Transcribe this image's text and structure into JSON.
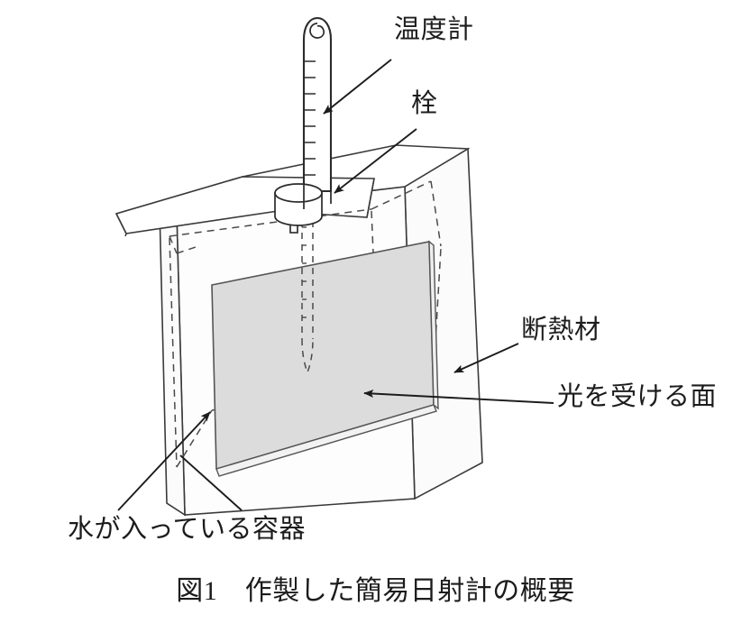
{
  "figure": {
    "caption": "図1　作製した簡易日射計の概要",
    "caption_number": "図1",
    "caption_text": "作製した簡易日射計の概要"
  },
  "labels": {
    "thermometer": "温度計",
    "stopper": "栓",
    "insulation": "断熱材",
    "light_receiving_surface": "光を受ける面",
    "water_container": "水が入っている容器"
  },
  "colors": {
    "background": "#ffffff",
    "line": "#3a3a3a",
    "line_dark": "#1c1c1c",
    "panel_fill": "#dcdcdc",
    "panel_fill_edge": "#c9c9c9",
    "box_face_light": "#ffffff",
    "box_face_shade": "#fbfbfb",
    "text": "#1c1c1c"
  },
  "diagram": {
    "type": "isometric-cutaway",
    "subject": "簡易日射計",
    "components": [
      "温度計",
      "栓",
      "断熱材",
      "光を受ける面",
      "水が入っている容器"
    ]
  }
}
